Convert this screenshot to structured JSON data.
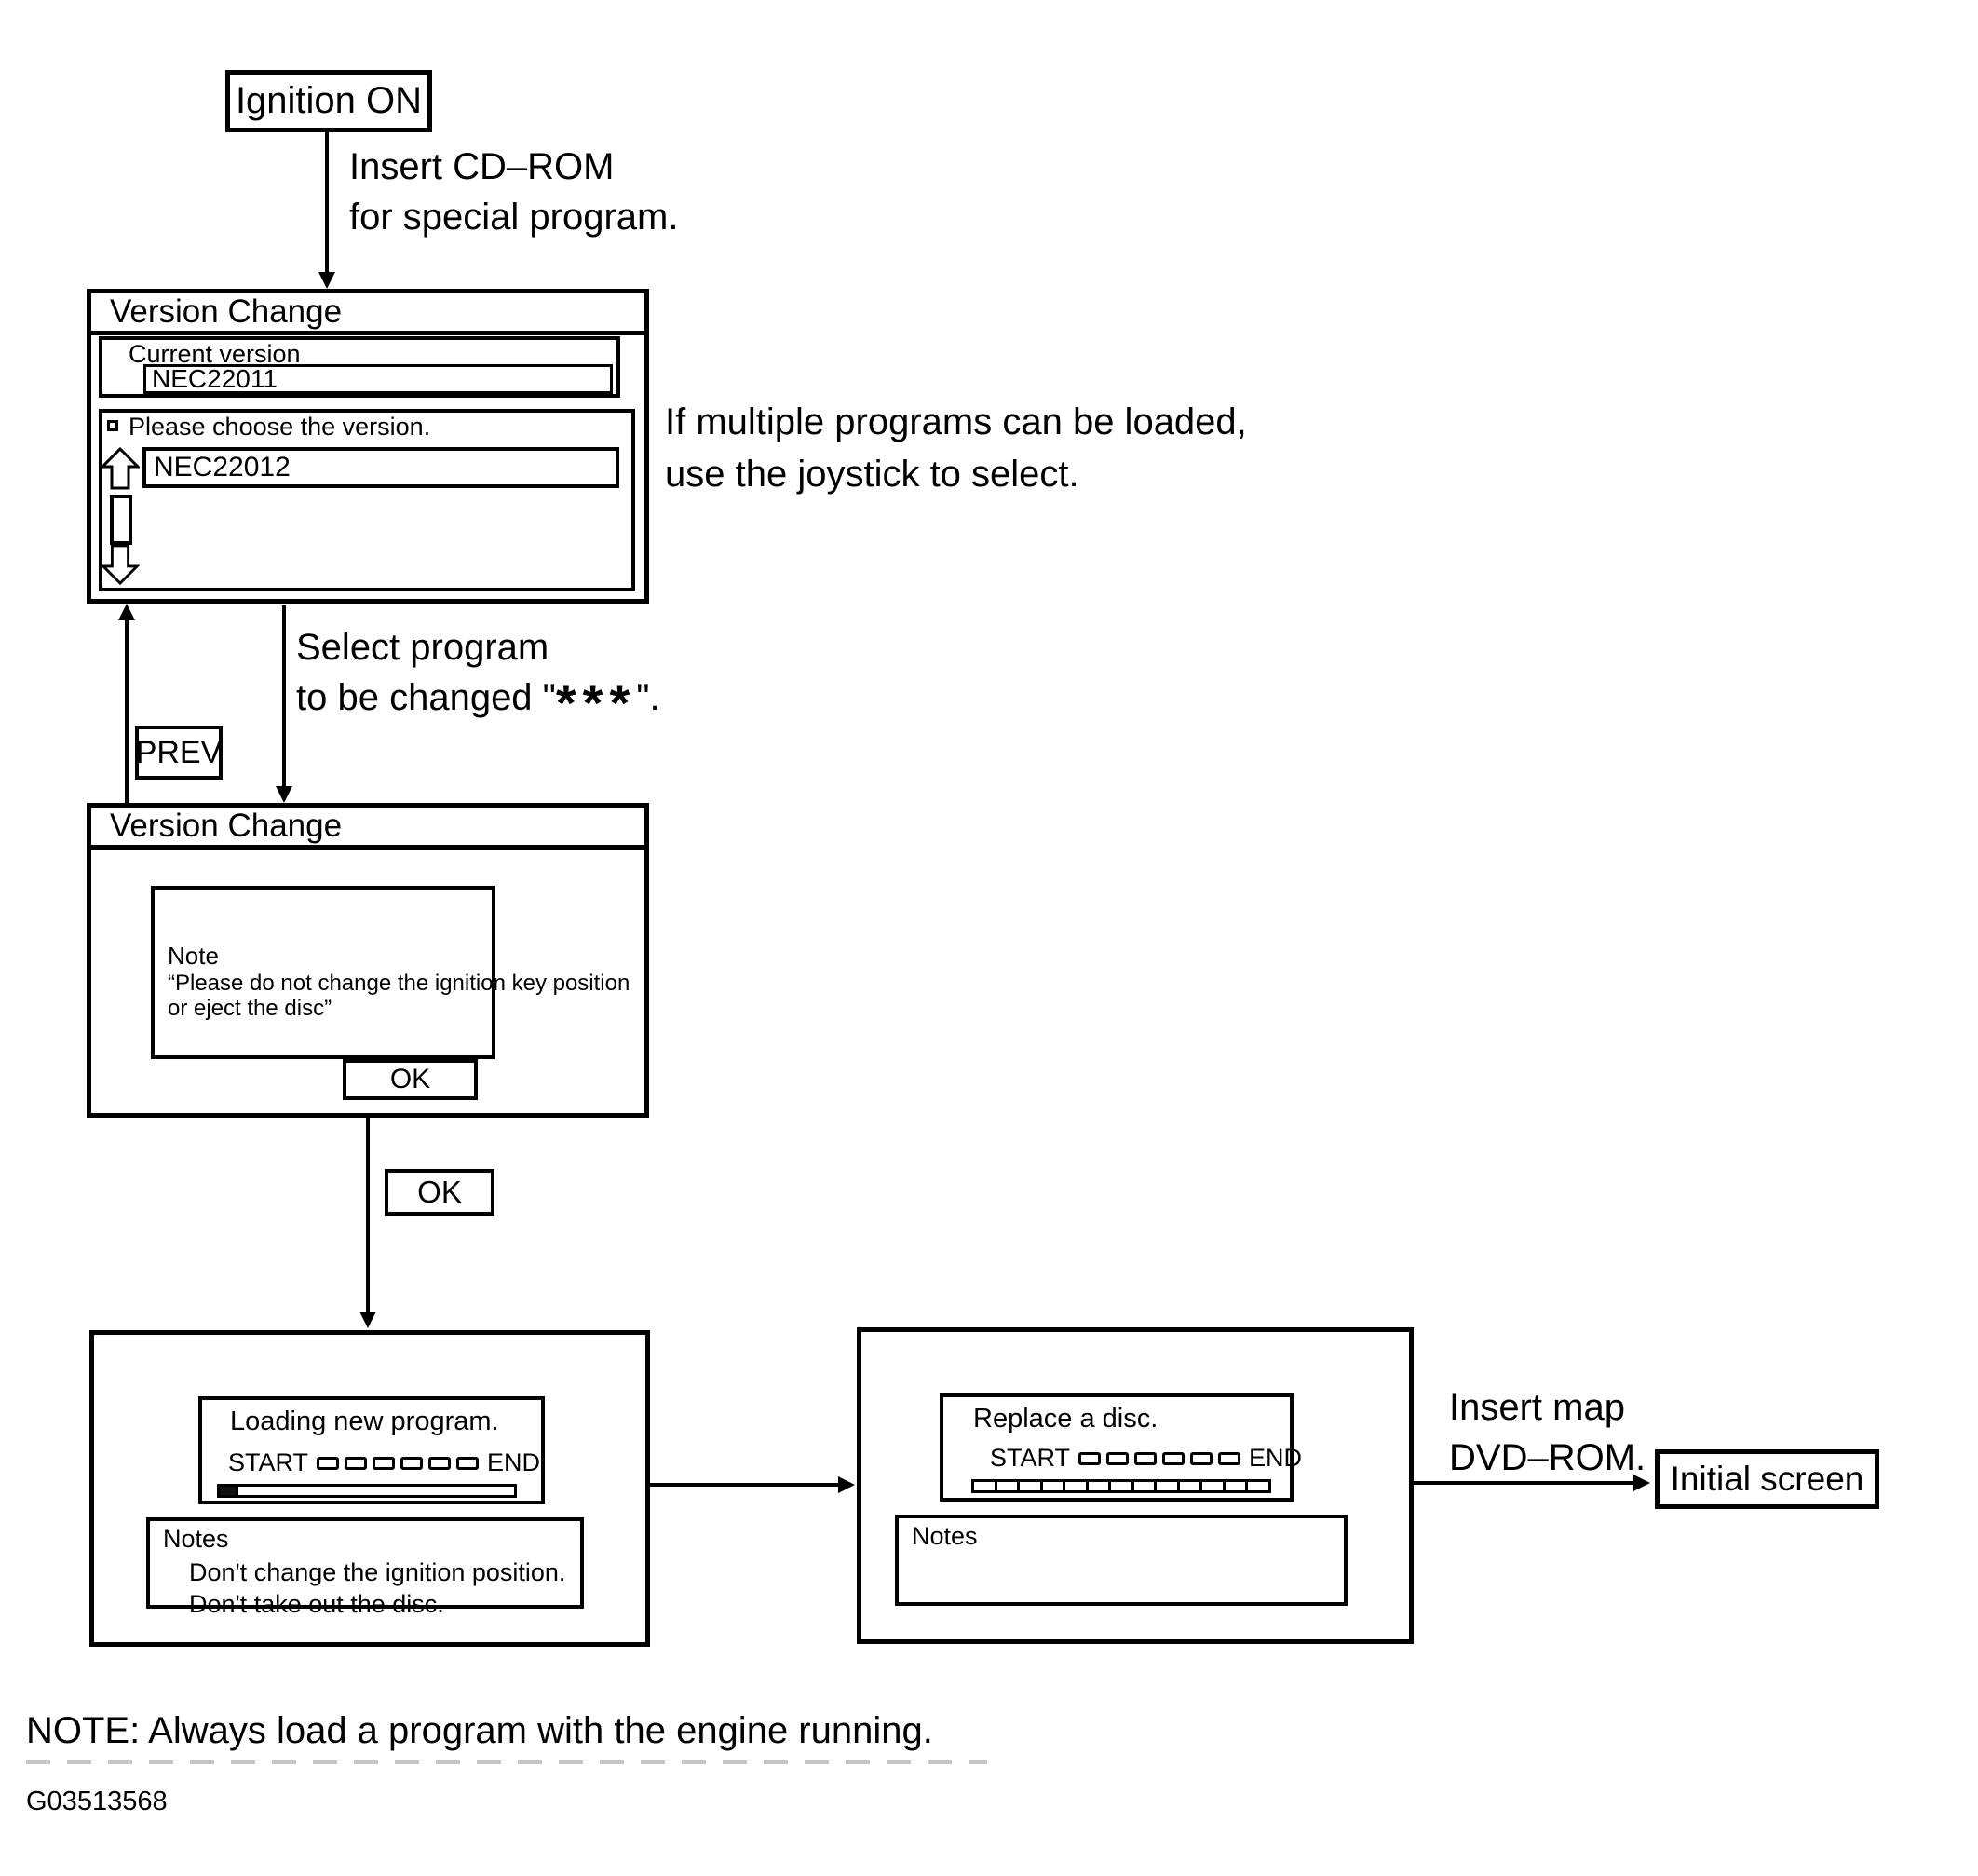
{
  "flow": {
    "ignition_label": "Ignition ON",
    "insert_cd_line1": "Insert CD–ROM",
    "insert_cd_line2": "for special program.",
    "window1": {
      "title": "Version Change",
      "current_version_label": "Current version",
      "current_version_value": "NEC22011",
      "choose_prompt": "Please choose the version.",
      "selected_version": "NEC22012"
    },
    "joystick_line1": "If multiple programs can be loaded,",
    "joystick_line2": "use the joystick to select.",
    "prev_label": "PREV",
    "select_line1": "Select program",
    "select_line2_prefix": "to be changed \"",
    "select_line2_stars": "***",
    "select_line2_suffix": "\".",
    "window2": {
      "title": "Version Change",
      "note_title": "Note",
      "note_line1": "“Please do not change the ignition key position",
      "note_line2": "or eject the disc”",
      "ok_label": "OK"
    },
    "ok_label": "OK",
    "loading_window": {
      "title": "Loading new program.",
      "start_label": "START",
      "end_label": "END",
      "steps": 6,
      "notes_title": "Notes",
      "note1": "Don't change the ignition position.",
      "note2": "Don't take out the disc."
    },
    "replace_window": {
      "title": "Replace a disc.",
      "start_label": "START",
      "end_label": "END",
      "steps": 6,
      "bar_cells": 13,
      "notes_title": "Notes"
    },
    "insert_dvd_line1": "Insert map",
    "insert_dvd_line2": "DVD–ROM.",
    "initial_screen_label": "Initial screen",
    "footer_note": "NOTE: Always load a program with the engine running.",
    "figure_code": "G03513568"
  }
}
